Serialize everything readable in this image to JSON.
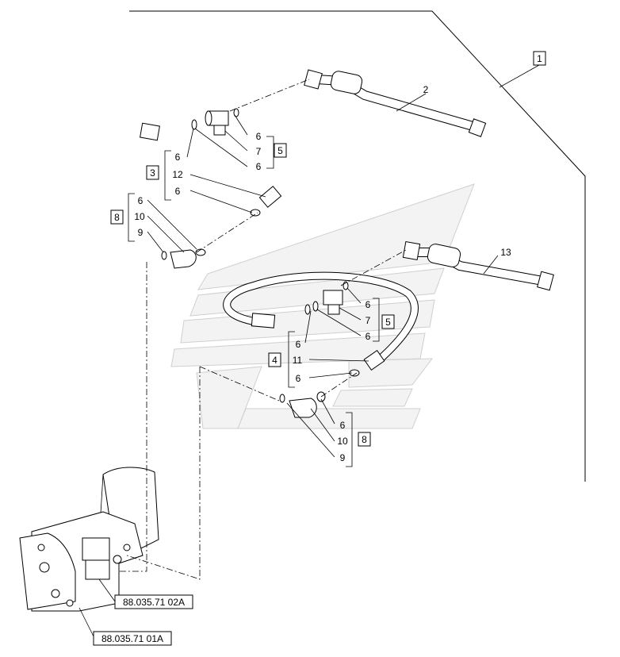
{
  "callouts": {
    "c1": "1",
    "c2": "2",
    "c3": "3",
    "c4": "4",
    "c5a": "5",
    "c5b": "5",
    "c8a": "8",
    "c8b": "8",
    "c13": "13",
    "ref_a": "88.035.71 02A",
    "ref_b": "88.035.71 01A"
  },
  "upper_group": {
    "n6_a": "6",
    "n7": "7",
    "n6_b": "6",
    "n6_c": "6",
    "n12": "12",
    "n6_d": "6",
    "n6_e": "6",
    "n10": "10",
    "n9": "9"
  },
  "lower_group": {
    "n6_a": "6",
    "n7": "7",
    "n6_b": "6",
    "n6_c": "6",
    "n11": "11",
    "n6_d": "6",
    "n6_e": "6",
    "n10": "10",
    "n9": "9"
  }
}
